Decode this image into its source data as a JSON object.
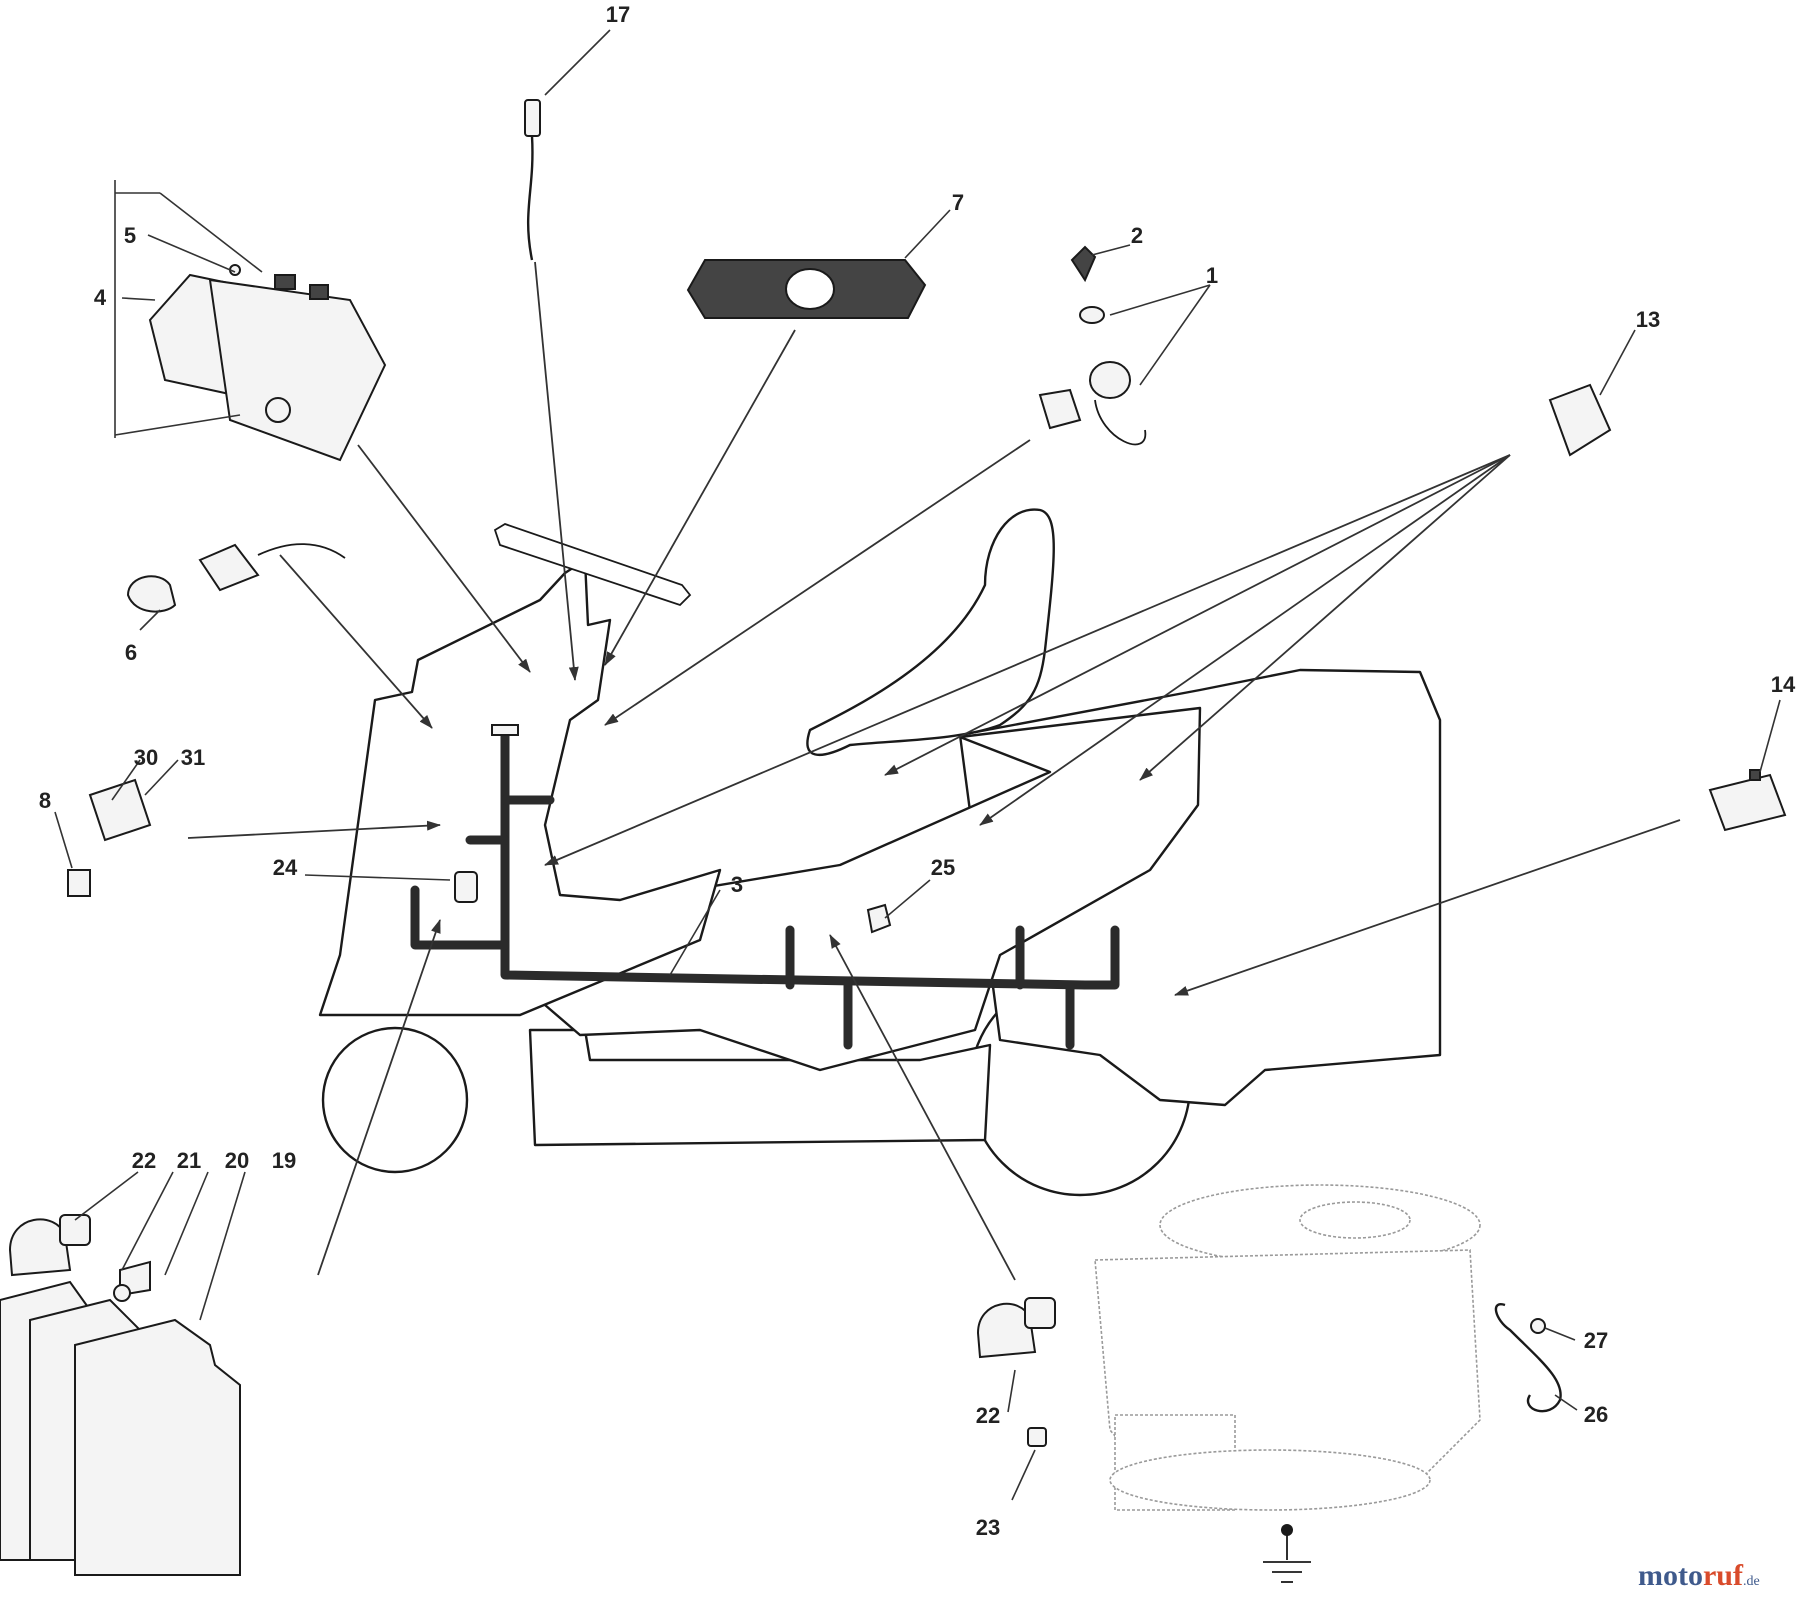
{
  "callouts": [
    {
      "id": "1",
      "label": "1"
    },
    {
      "id": "2",
      "label": "2"
    },
    {
      "id": "3",
      "label": "3"
    },
    {
      "id": "4",
      "label": "4"
    },
    {
      "id": "5",
      "label": "5"
    },
    {
      "id": "6",
      "label": "6"
    },
    {
      "id": "7",
      "label": "7"
    },
    {
      "id": "8",
      "label": "8"
    },
    {
      "id": "13",
      "label": "13"
    },
    {
      "id": "14",
      "label": "14"
    },
    {
      "id": "17",
      "label": "17"
    },
    {
      "id": "19",
      "label": "19"
    },
    {
      "id": "20",
      "label": "20"
    },
    {
      "id": "21",
      "label": "21"
    },
    {
      "id": "22a",
      "label": "22"
    },
    {
      "id": "22b",
      "label": "22"
    },
    {
      "id": "23",
      "label": "23"
    },
    {
      "id": "24",
      "label": "24"
    },
    {
      "id": "25",
      "label": "25"
    },
    {
      "id": "26",
      "label": "26"
    },
    {
      "id": "27",
      "label": "27"
    },
    {
      "id": "30",
      "label": "30"
    },
    {
      "id": "31",
      "label": "31"
    }
  ],
  "watermark": {
    "main": "moto",
    "accent": "ruf",
    "tld": ".de"
  }
}
